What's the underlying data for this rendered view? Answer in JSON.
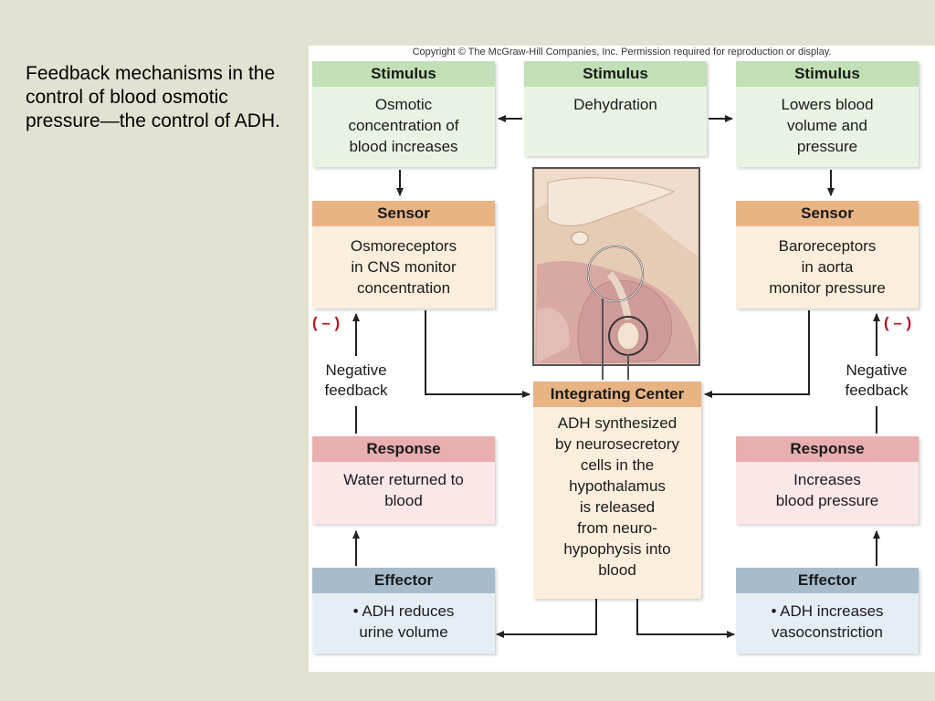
{
  "caption": "Feedback mechanisms in the control of blood osmotic pressure—the control of ADH.",
  "copyright": "Copyright © The McGraw-Hill Companies, Inc. Permission required for reproduction or display.",
  "stimulus_left": {
    "head": "Stimulus",
    "lines": [
      "Osmotic",
      "concentration of",
      "blood increases"
    ]
  },
  "stimulus_center": {
    "head": "Stimulus",
    "lines": [
      "Dehydration"
    ]
  },
  "stimulus_right": {
    "head": "Stimulus",
    "lines": [
      "Lowers blood",
      "volume and",
      "pressure"
    ]
  },
  "sensor_left": {
    "head": "Sensor",
    "lines": [
      "Osmoreceptors",
      "in CNS monitor",
      "concentration"
    ]
  },
  "sensor_right": {
    "head": "Sensor",
    "lines": [
      "Baroreceptors",
      "in aorta",
      "monitor pressure"
    ]
  },
  "integrating": {
    "head": "Integrating Center",
    "lines": [
      "ADH synthesized",
      "by neurosecretory",
      "cells in the",
      "hypothalamus",
      "is released",
      "from neuro-",
      "hypophysis into",
      "blood"
    ]
  },
  "response_left": {
    "head": "Response",
    "lines": [
      "Water returned to",
      "blood"
    ]
  },
  "response_right": {
    "head": "Response",
    "lines": [
      "Increases",
      "blood pressure"
    ]
  },
  "effector_left": {
    "head": "Effector",
    "lines": [
      "• ADH reduces",
      "urine volume"
    ]
  },
  "effector_right": {
    "head": "Effector",
    "lines": [
      "• ADH increases",
      "vasoconstriction"
    ]
  },
  "feedback_left": {
    "lines": [
      "Negative",
      "feedback"
    ],
    "sign": "( – )"
  },
  "feedback_right": {
    "lines": [
      "Negative",
      "feedback"
    ],
    "sign": "( – )"
  },
  "colors": {
    "stimulus": "#c2e0b6",
    "sensor": "#e8b483",
    "response": "#e8afae",
    "effector": "#a6bccd"
  }
}
